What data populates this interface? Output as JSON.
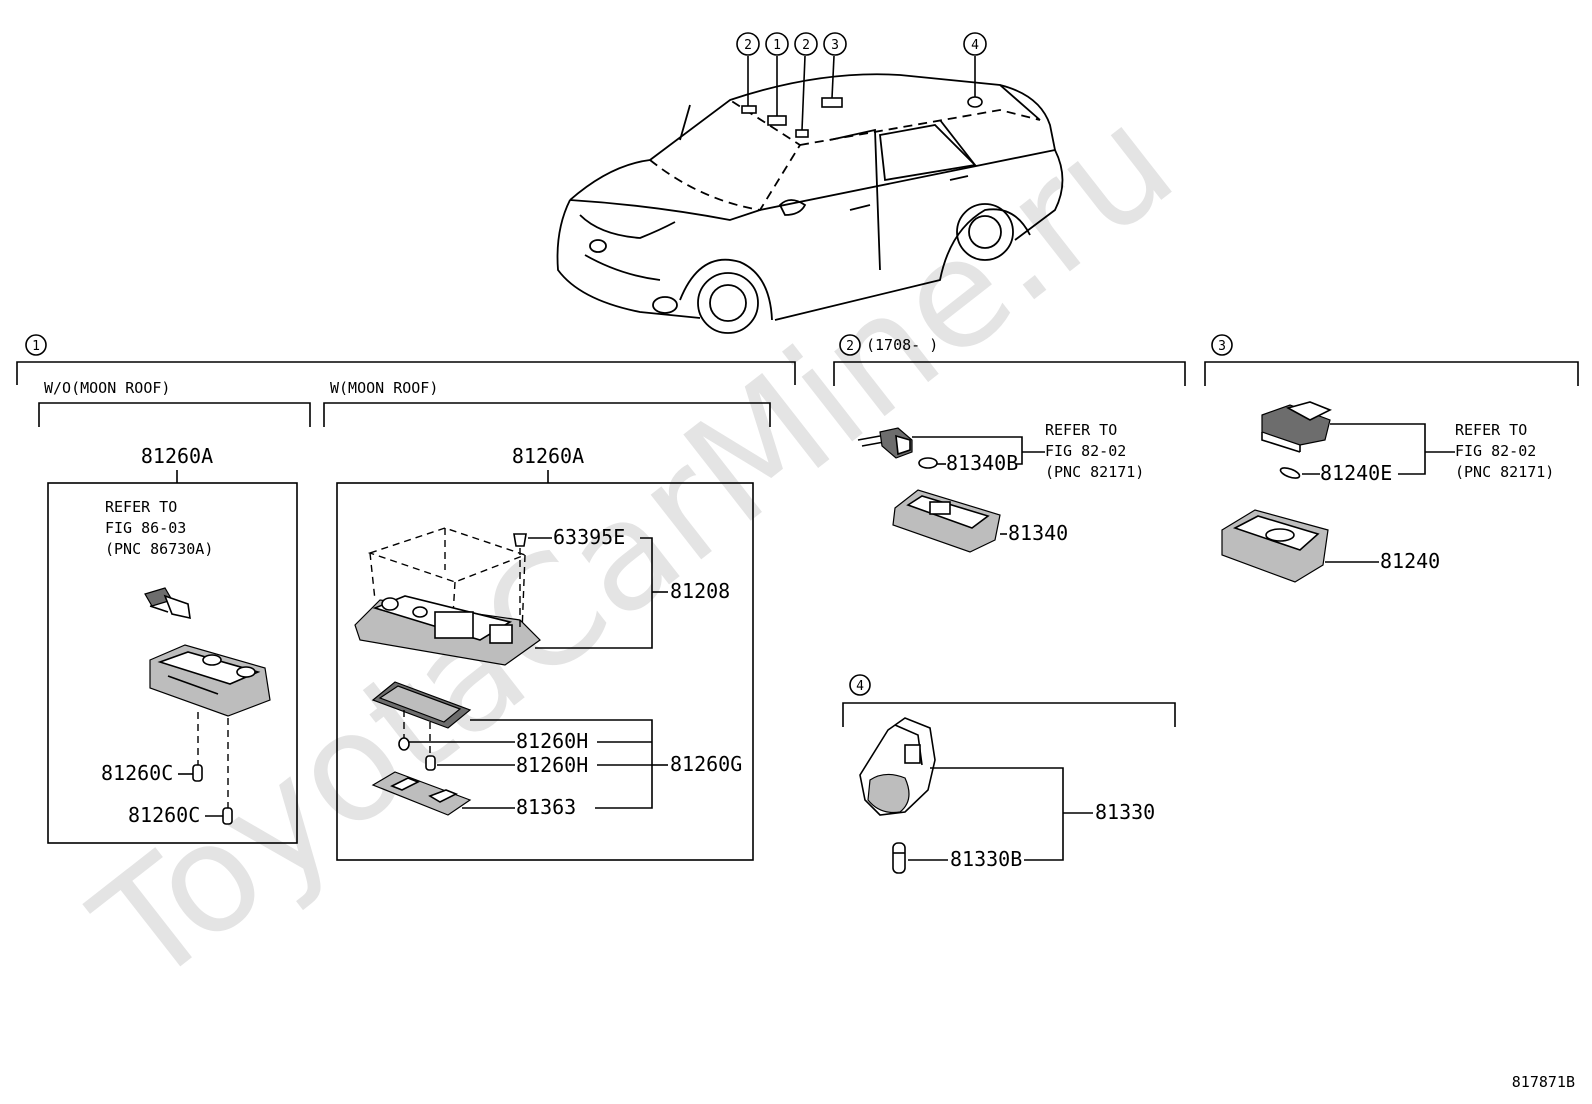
{
  "watermark": "ToyotaCarMine.ru",
  "diagram_id": "817871B",
  "callouts": [
    "1",
    "2",
    "3",
    "4"
  ],
  "section1": {
    "marker": "1",
    "sub_a": "W/O(MOON ROOF)",
    "sub_b": "W(MOON ROOF)",
    "box_a": {
      "part": "81260A",
      "refer": [
        "REFER TO",
        "FIG 86-03",
        "(PNC 86730A)"
      ],
      "bulbs": [
        "81260C",
        "81260C"
      ]
    },
    "box_b": {
      "part": "81260A",
      "items": [
        "63395E",
        "81208",
        "81260H",
        "81260H",
        "81260G",
        "81363"
      ]
    }
  },
  "section2": {
    "marker": "2",
    "note": "(1708-      )",
    "refer": [
      "REFER TO",
      "FIG 82-02",
      "(PNC 82171)"
    ],
    "items": [
      "81340B",
      "81340"
    ]
  },
  "section3": {
    "marker": "3",
    "refer": [
      "REFER TO",
      "FIG 82-02",
      "(PNC 82171)"
    ],
    "items": [
      "81240E",
      "81240"
    ]
  },
  "section4": {
    "marker": "4",
    "items": [
      "81330",
      "81330B"
    ]
  }
}
